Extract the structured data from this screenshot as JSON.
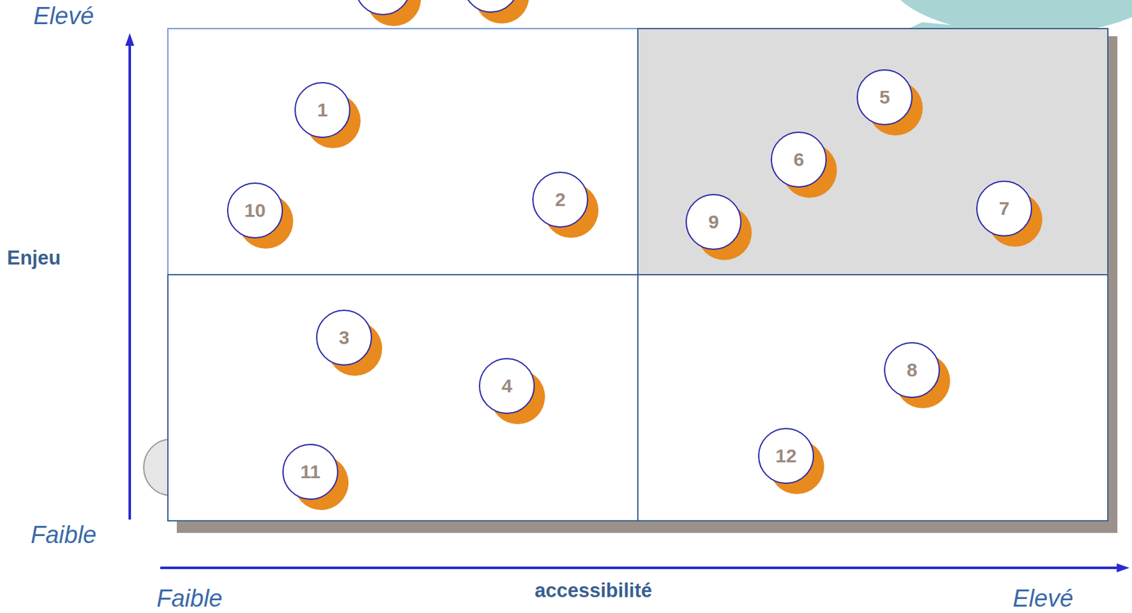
{
  "diagram": {
    "nodes": [
      {
        "text": [
          "1"
        ]
      },
      {
        "text": [
          "2"
        ]
      },
      {
        "text": [
          "3"
        ]
      },
      {
        "text": [
          "4"
        ]
      },
      {
        "text": [
          "5"
        ]
      },
      {
        "text": [
          "6"
        ]
      },
      {
        "text": [
          "7"
        ]
      },
      {
        "text": [
          "8"
        ]
      },
      {
        "text": [
          "9"
        ]
      },
      {
        "text": [
          "10"
        ]
      },
      {
        "text": [
          "11"
        ]
      },
      {
        "text": [
          "12"
        ]
      }
    ],
    "labels": [
      "Elevé",
      "Enjeu",
      "Faible",
      "Faible",
      "accessibilité",
      "Elevé"
    ]
  }
}
